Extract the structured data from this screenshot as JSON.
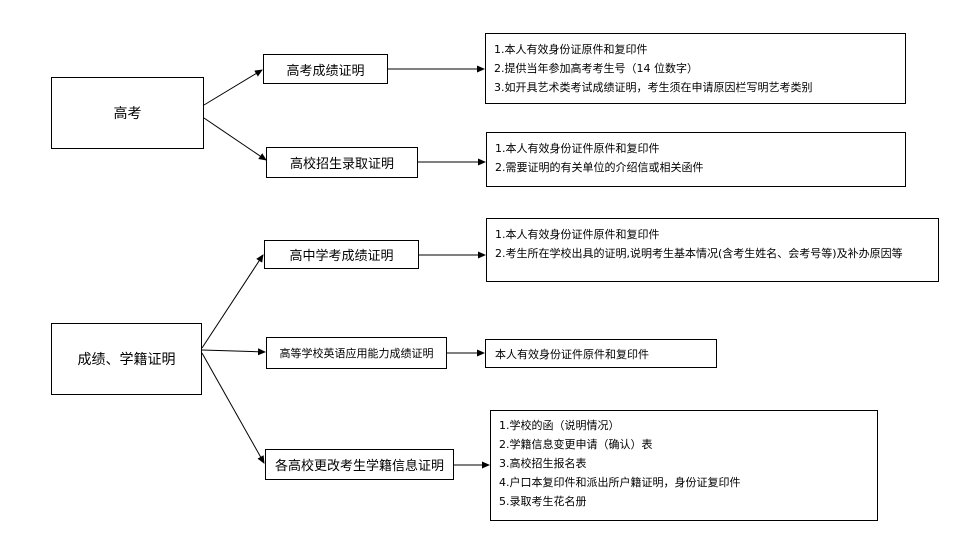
{
  "groups": [
    {
      "root": "高考",
      "branches": [
        {
          "label": "高考成绩证明",
          "requirements": [
            "1.本人有效身份证原件和复印件",
            "2.提供当年参加高考考生号（14 位数字）",
            "3.如开具艺术类考试成绩证明，考生须在申请原因栏写明艺考类别"
          ]
        },
        {
          "label": "高校招生录取证明",
          "requirements": [
            "1.本人有效身份证件原件和复印件",
            "2.需要证明的有关单位的介绍信或相关函件"
          ]
        }
      ]
    },
    {
      "root": "成绩、学籍证明",
      "branches": [
        {
          "label": "高中学考成绩证明",
          "requirements": [
            "1.本人有效身份证件原件和复印件",
            "2.考生所在学校出具的证明,说明考生基本情况(含考生姓名、会考号等)及补办原因等"
          ]
        },
        {
          "label": "高等学校英语应用能力成绩证明",
          "requirements": [
            "本人有效身份证件原件和复印件"
          ]
        },
        {
          "label": "各高校更改考生学籍信息证明",
          "requirements": [
            "1.学校的函（说明情况）",
            "2.学籍信息变更申请（确认）表",
            "3.高校招生报名表",
            "4.户口本复印件和派出所户籍证明，身份证复印件",
            "5.录取考生花名册"
          ]
        }
      ]
    }
  ]
}
